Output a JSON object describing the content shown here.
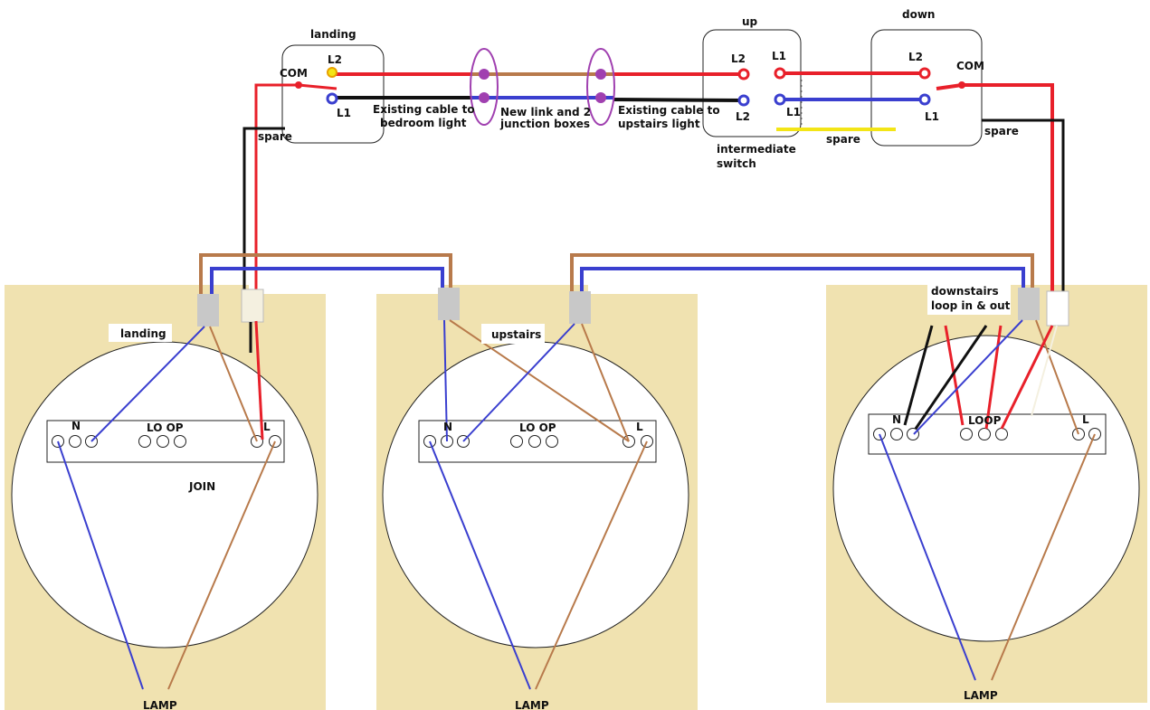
{
  "switches": {
    "landing": {
      "title": "landing",
      "com": "COM",
      "l2": "L2",
      "l1": "L1",
      "spare": "spare"
    },
    "intermediate": {
      "title": "up",
      "l2_left": "L2",
      "l2_left_bottom": "L2",
      "l1_right_top": "L1",
      "l1_right_bottom": "L1",
      "caption_line1": "intermediate",
      "caption_line2": "switch"
    },
    "down": {
      "title": "down",
      "l2": "L2",
      "com": "COM",
      "l1": "L1",
      "spare": "spare"
    }
  },
  "cables": {
    "bedroom_line1": "Existing cable to",
    "bedroom_line2": "bedroom light",
    "new_link_line1": "New link and 2",
    "new_link_line2": "junction boxes",
    "upstairs_line1": "Existing cable to",
    "upstairs_line2": "upstairs light",
    "middle_spare": "spare"
  },
  "roses": {
    "landing": {
      "label": "landing",
      "n": "N",
      "loop": "LO  OP",
      "l": "L",
      "join": "JOIN",
      "lamp": "LAMP"
    },
    "upstairs": {
      "label": "upstairs",
      "n": "N",
      "loop": "LO  OP",
      "l": "L",
      "lamp": "LAMP"
    },
    "downstairs": {
      "label_line1": "downstairs",
      "label_line2": "loop in & out",
      "n": "N",
      "loop": "LOOP",
      "l": "L",
      "lamp": "LAMP"
    }
  },
  "colors": {
    "live_red": "#e8202a",
    "neutral_blue": "#3a3fcf",
    "brown": "#b87a4b",
    "earth_black": "#111111",
    "panel_beige": "#f0e2b0",
    "junction_purple": "#a040b0",
    "spare_yellow": "#f3e516",
    "connector_grey": "#c8c8c8"
  }
}
